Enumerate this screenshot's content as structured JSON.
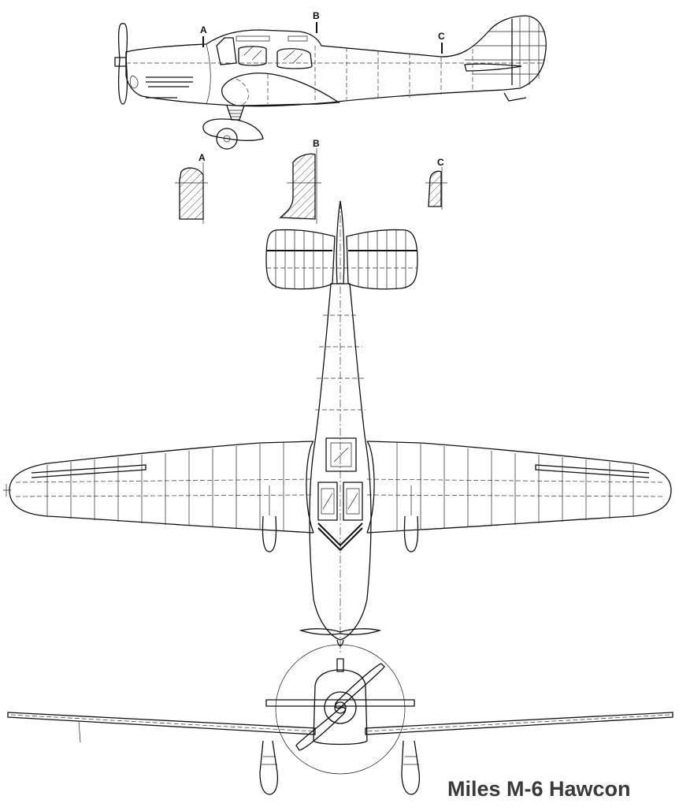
{
  "title": "Miles M-6 Hawcon",
  "section_markers": [
    "A",
    "B",
    "C"
  ],
  "section_labels": [
    "A",
    "B",
    "C"
  ]
}
